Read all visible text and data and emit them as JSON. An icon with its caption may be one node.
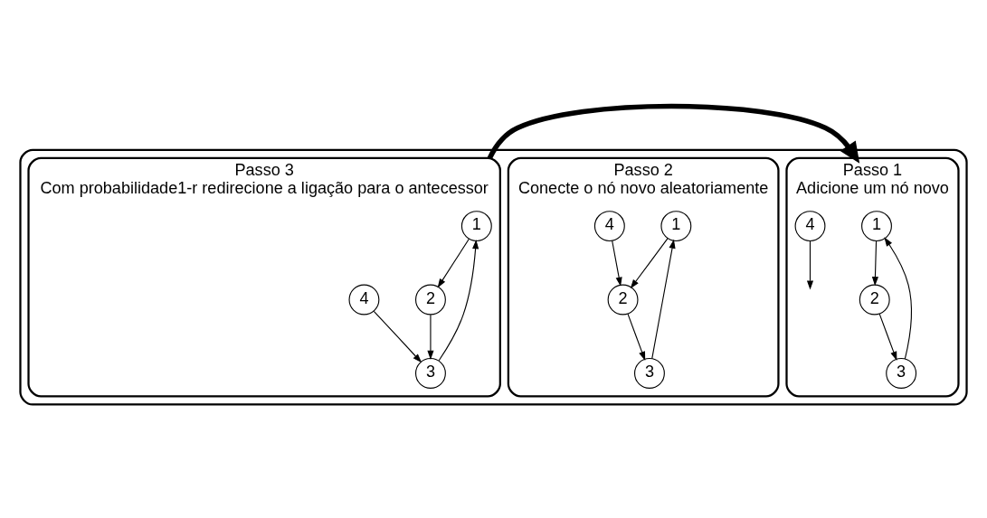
{
  "diagram": {
    "nodes": [
      {
        "text": [],
        "shape": "box"
      },
      {
        "text": [
          "Passo 1",
          "Adicione um nó novo"
        ],
        "in": 0
      },
      {
        "text": [
          "1"
        ],
        "in": 1
      },
      {
        "text": [
          "2"
        ],
        "in": 1
      },
      {
        "text": [
          "3"
        ],
        "in": 1
      },
      {
        "text": [
          "4"
        ],
        "in": 1
      },
      {
        "text": [
          "Passo 2",
          "Conecte o nó novo aleatoriamente"
        ],
        "in": 0
      },
      {
        "text": [
          "1"
        ],
        "in": 6
      },
      {
        "text": [
          "2"
        ],
        "in": 6
      },
      {
        "text": [
          "3"
        ],
        "in": 6
      },
      {
        "text": [
          "4"
        ],
        "in": 6
      },
      {
        "text": [
          "Passo 3",
          "Com probabilidade1-r redirecione a ligação para o antecessor"
        ],
        "in": 0
      },
      {
        "text": [
          "1"
        ],
        "in": 11
      },
      {
        "text": [
          "2"
        ],
        "in": 11
      },
      {
        "text": [
          "3"
        ],
        "in": 11
      },
      {
        "text": [
          "4"
        ],
        "in": 11
      }
    ],
    "edges": [
      {
        "from": 4,
        "to": 2,
        "arrow": "to"
      },
      {
        "from": 2,
        "to": 3,
        "arrow": "to"
      },
      {
        "from": 3,
        "to": 4,
        "arrow": "to"
      },
      {
        "from": 5,
        "to": null,
        "arrow": "to"
      },
      {
        "from": 9,
        "to": 7,
        "arrow": "to"
      },
      {
        "from": 7,
        "to": 8,
        "arrow": "to"
      },
      {
        "from": 8,
        "to": 9,
        "arrow": "to"
      },
      {
        "from": 10,
        "to": 8,
        "arrow": "to"
      },
      {
        "from": 14,
        "to": 12,
        "arrow": "to"
      },
      {
        "from": 12,
        "to": 13,
        "arrow": "to"
      },
      {
        "from": 13,
        "to": 14,
        "arrow": "to"
      },
      {
        "from": 15,
        "to": 14,
        "arrow": "to"
      },
      {
        "from": 11,
        "to": 1,
        "arrow": "to",
        "style": "thick"
      }
    ]
  }
}
